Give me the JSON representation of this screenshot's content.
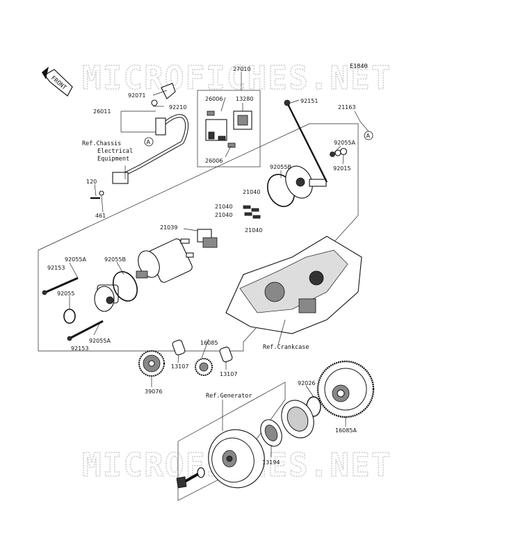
{
  "diagram_code": "E1840",
  "watermark": "MICROFICHES.NET",
  "front_label": "FRONT",
  "callout_letter": "A",
  "refs": {
    "chassis_line1": "Ref.Chassis",
    "chassis_line2": "Electrical",
    "chassis_line3": "Equipment",
    "crankcase": "Ref.Crankcase",
    "generator": "Ref.Generator"
  },
  "parts": {
    "p27010": "27010",
    "p92071": "92071",
    "p13280": "13280",
    "p26006a": "26006",
    "p26006b": "26006",
    "p92210": "92210",
    "p26011": "26011",
    "p92151": "92151",
    "p21163": "21163",
    "p92055A_top": "92055A",
    "p92015": "92015",
    "p92055B_top": "92055B",
    "p21040_a": "21040",
    "p21040_b": "21040",
    "p21040_c": "21040",
    "p21040_d": "21040",
    "p120": "120",
    "p461": "461",
    "p21039": "21039",
    "p92055A_l": "92055A",
    "p92153_a": "92153",
    "p92055B_l": "92055B",
    "p92055": "92055",
    "p92055A_b": "92055A",
    "p92153_b": "92153",
    "p16085": "16085",
    "p13107_a": "13107",
    "p13107_b": "13107",
    "p39076": "39076",
    "p92026": "92026",
    "p16085A": "16085A",
    "p13194": "13194"
  }
}
